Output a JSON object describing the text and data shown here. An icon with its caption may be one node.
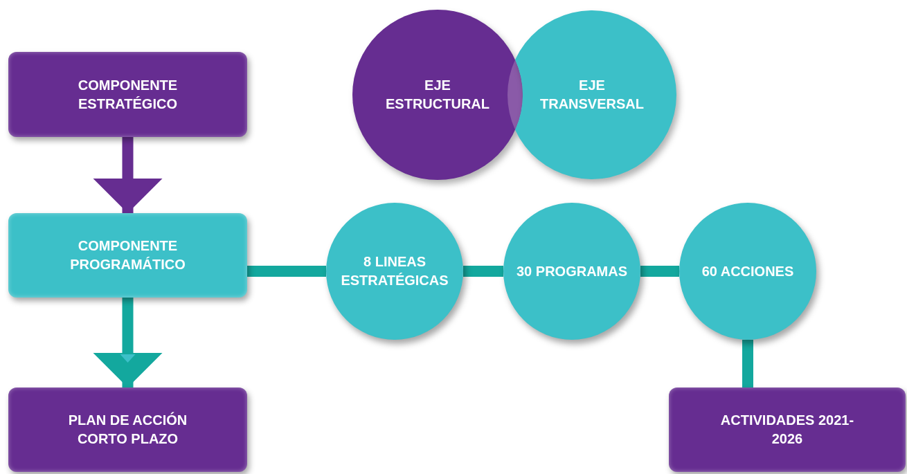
{
  "diagram": {
    "nodes": [
      {
        "text": [
          "COMPONENTE ESTRATÉGICO"
        ]
      },
      {
        "text": [
          "EJE ESTRUCTURAL"
        ]
      },
      {
        "text": [
          "EJE TRANSVERSAL"
        ]
      },
      {
        "text": [
          "COMPONENTE PROGRAMÁTICO"
        ]
      },
      {
        "text": [
          "8 LINEAS ESTRATÉGICAS"
        ]
      },
      {
        "text": [
          "30 PROGRAMAS"
        ]
      },
      {
        "text": [
          "60 ACCIONES"
        ]
      },
      {
        "text": [
          "PLAN DE ACCIÓN CORTO PLAZO"
        ]
      },
      {
        "text": [
          "ACTIVIDADES 2021-2026"
        ]
      }
    ],
    "edges": [
      {
        "from": 0,
        "to": 3,
        "arrow": "to",
        "color": "#662d91"
      },
      {
        "from": 3,
        "to": 7,
        "arrow": "to"
      },
      {
        "from": 3,
        "to": 4,
        "arrow": "none"
      },
      {
        "from": 4,
        "to": 5,
        "arrow": "none"
      },
      {
        "from": 5,
        "to": 6,
        "arrow": "none"
      },
      {
        "from": 6,
        "to": 8,
        "arrow": "none"
      }
    ]
  }
}
